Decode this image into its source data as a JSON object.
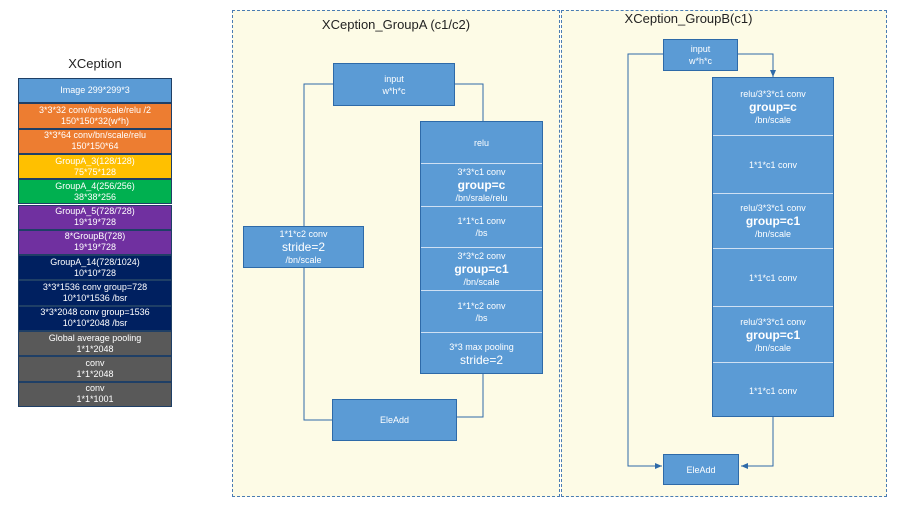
{
  "stack": {
    "title": "XCeption",
    "rows": [
      {
        "l1": "Image 299*299*3",
        "l2": ""
      },
      {
        "l1": "3*3*32 conv/bn/scale/relu /2",
        "l2": "150*150*32(w*h)"
      },
      {
        "l1": "3*3*64 conv/bn/scale/relu",
        "l2": "150*150*64"
      },
      {
        "l1": "GroupA_3(128/128)",
        "l2": "75*75*128"
      },
      {
        "l1": "GroupA_4(256/256)",
        "l2": "38*38*256"
      },
      {
        "l1": "GroupA_5(728/728)",
        "l2": "19*19*728"
      },
      {
        "l1": "8*GroupB(728)",
        "l2": "19*19*728"
      },
      {
        "l1": "GroupA_14(728/1024)",
        "l2": "10*10*728"
      },
      {
        "l1": "3*3*1536 conv group=728",
        "l2": "10*10*1536 /bsr"
      },
      {
        "l1": "3*3*2048 conv group=1536",
        "l2": "10*10*2048 /bsr"
      },
      {
        "l1": "Global average pooling",
        "l2": "1*1*2048"
      },
      {
        "l1": "conv",
        "l2": "1*1*2048"
      },
      {
        "l1": "conv",
        "l2": "1*1*1001"
      }
    ],
    "colors": [
      "#5b9bd5",
      "#ed7d31",
      "#ed7d31",
      "#ffc000",
      "#00b050",
      "#7030a0",
      "#7030a0",
      "#002060",
      "#002060",
      "#002060",
      "#595959",
      "#595959",
      "#595959"
    ]
  },
  "groupA": {
    "title": "XCeption_GroupA (c1/c2)",
    "input": {
      "l1": "input",
      "l2": "w*h*c"
    },
    "shortcut": {
      "l1": "1*1*c2 conv",
      "l2": "stride=2",
      "l3": "/bn/scale"
    },
    "main": [
      {
        "l1": "relu",
        "l2": "",
        "l3": ""
      },
      {
        "l1": "3*3*c1 conv",
        "l2": "group=c",
        "l3": "/bn/srale/relu"
      },
      {
        "l1": "1*1*c1 conv",
        "l2": "",
        "l3": "/bs"
      },
      {
        "l1": "3*3*c2 conv",
        "l2": "group=c1",
        "l3": "/bn/scale"
      },
      {
        "l1": "1*1*c2 conv",
        "l2": "",
        "l3": "/bs"
      },
      {
        "l1": "3*3 max pooling",
        "l2": "stride=2",
        "l3": ""
      }
    ],
    "add": "EleAdd"
  },
  "groupB": {
    "title": "XCeption_GroupB(c1)",
    "input": {
      "l1": "input",
      "l2": "w*h*c"
    },
    "main": [
      {
        "l1": "relu/3*3*c1 conv",
        "l2": "group=c",
        "l3": "/bn/scale"
      },
      {
        "l1": "1*1*c1 conv",
        "l2": "",
        "l3": ""
      },
      {
        "l1": "relu/3*3*c1 conv",
        "l2": "group=c1",
        "l3": "/bn/scale"
      },
      {
        "l1": "1*1*c1 conv",
        "l2": "",
        "l3": ""
      },
      {
        "l1": "relu/3*3*c1 conv",
        "l2": "group=c1",
        "l3": "/bn/scale"
      },
      {
        "l1": "1*1*c1 conv",
        "l2": "",
        "l3": ""
      }
    ],
    "add": "EleAdd"
  }
}
